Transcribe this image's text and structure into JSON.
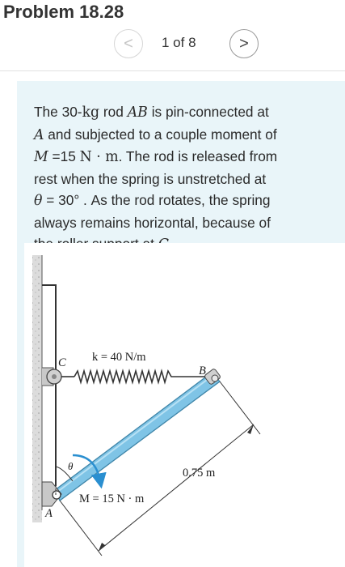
{
  "header": {
    "title": "Problem 18.28"
  },
  "pager": {
    "prev_icon": "<",
    "indicator": "1 of 8",
    "next_icon": ">"
  },
  "problem": {
    "l1_a": "The 30-",
    "l1_unit": "kg",
    "l1_b": " rod ",
    "l1_rod": "AB",
    "l1_c": " is pin-connected at",
    "l2_pt": "A",
    "l2_b": " and subjected to a couple moment of",
    "l3_M": "M",
    "l3_b": " =15 ",
    "l3_unit": "N · m",
    "l3_c": ". The rod is released from",
    "l4": "rest when the spring is unstretched at",
    "l5_theta": "θ",
    "l5_b": " = 30° . As the rod rotates, the spring",
    "l6": "always remains horizontal, because of",
    "l7_a": "the roller support at ",
    "l7_C": "C",
    "l7_b": "."
  },
  "figure": {
    "label_k": "k = 40 N/m",
    "label_C": "C",
    "label_B": "B",
    "label_A": "A",
    "label_theta": "θ",
    "label_length": "0.75 m",
    "label_moment": "M = 15 N · m",
    "colors": {
      "rod": "#7fc4e6",
      "rod_edge": "#3f85a8",
      "moment_arrow": "#2a8fd0",
      "wall": "#d9d9d9"
    }
  }
}
